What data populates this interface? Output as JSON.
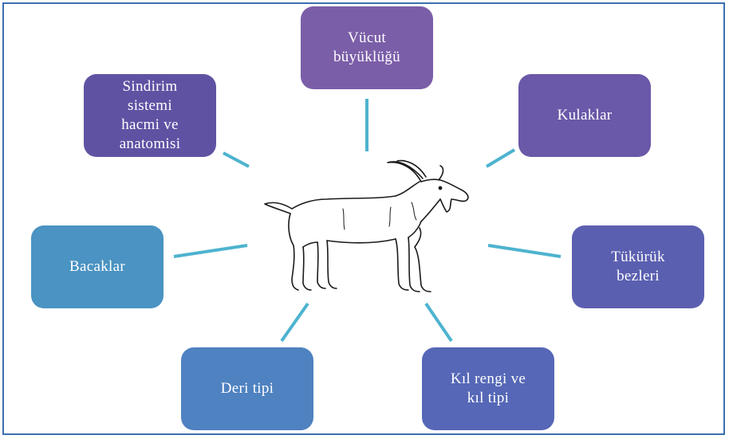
{
  "nodes": {
    "vucut": {
      "label": "Vücut\nbüyüklüğü",
      "color": "#7b5ea8"
    },
    "kulak": {
      "label": "Kulaklar",
      "color": "#6a58a8"
    },
    "tukuruk": {
      "label": "Tükürük\nbezleri",
      "color": "#5b5fb0"
    },
    "kil": {
      "label": "Kıl rengi ve\nkıl tipi",
      "color": "#5567b6"
    },
    "deri": {
      "label": "Deri tipi",
      "color": "#4f82c0"
    },
    "bacak": {
      "label": "Bacaklar",
      "color": "#4a93c2"
    },
    "sindirim": {
      "label": "Sindirim\nsistemi\nhacmi ve\nanatomisi",
      "color": "#6052a3"
    }
  },
  "connector_color": "#4db3cf",
  "center_image": "goat-drawing"
}
